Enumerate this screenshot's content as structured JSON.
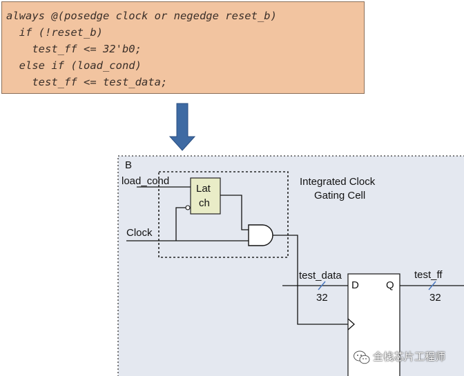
{
  "code": {
    "lines": [
      "always @(posedge clock or negedge reset_b)",
      "  if (!reset_b)",
      "    test_ff <= 32'b0;",
      "  else if (load_cond)",
      "    test_ff <= test_data;"
    ]
  },
  "diagram": {
    "block_label": "B",
    "load_cond_label": "load_cond",
    "latch_line1": "Lat",
    "latch_line2": "ch",
    "clock_label": "Clock",
    "icg_line1": "Integrated Clock",
    "icg_line2": "Gating Cell",
    "test_data_label": "test_data",
    "bus_width_in": "32",
    "ff_d": "D",
    "ff_q": "Q",
    "test_ff_label": "test_ff",
    "bus_width_out": "32"
  },
  "watermark": "全栈芯片工程师",
  "colors": {
    "code_bg": "#f2c4a0",
    "arrow": "#3e6aa3",
    "panel_bg": "#e4e8f0",
    "latch_bg": "#e9ecc7",
    "bus_tick": "#4a78c0"
  }
}
